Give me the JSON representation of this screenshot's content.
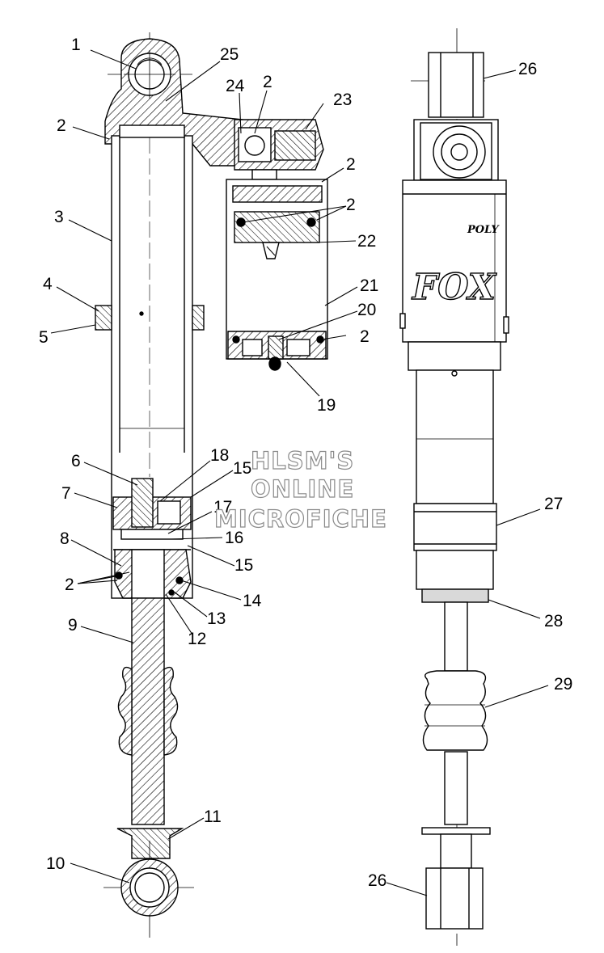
{
  "watermark": {
    "line1": "HLSM'S",
    "line2": "ONLINE",
    "line3": "MICROFICHE"
  },
  "brand": {
    "logo": "FOX",
    "sub": "POLY"
  },
  "colors": {
    "line": "#000000",
    "paper": "#ffffff",
    "shade": "#d9d9d9",
    "dark_shade": "#9a9a9a",
    "watermark_outline": "#8a8a8a"
  },
  "callouts": [
    {
      "id": "c1",
      "label": "1"
    },
    {
      "id": "c25",
      "label": "25"
    },
    {
      "id": "c24",
      "label": "24"
    },
    {
      "id": "c2a",
      "label": "2"
    },
    {
      "id": "c23",
      "label": "23"
    },
    {
      "id": "c2b",
      "label": "2"
    },
    {
      "id": "c2c",
      "label": "2"
    },
    {
      "id": "c2d",
      "label": "2"
    },
    {
      "id": "c22",
      "label": "22"
    },
    {
      "id": "c3",
      "label": "3"
    },
    {
      "id": "c4",
      "label": "4"
    },
    {
      "id": "c5",
      "label": "5"
    },
    {
      "id": "c21",
      "label": "21"
    },
    {
      "id": "c20",
      "label": "20"
    },
    {
      "id": "c2e",
      "label": "2"
    },
    {
      "id": "c19",
      "label": "19"
    },
    {
      "id": "c6",
      "label": "6"
    },
    {
      "id": "c18",
      "label": "18"
    },
    {
      "id": "c15a",
      "label": "15"
    },
    {
      "id": "c7",
      "label": "7"
    },
    {
      "id": "c17",
      "label": "17"
    },
    {
      "id": "c16",
      "label": "16"
    },
    {
      "id": "c8",
      "label": "8"
    },
    {
      "id": "c15b",
      "label": "15"
    },
    {
      "id": "c2f",
      "label": "2"
    },
    {
      "id": "c14",
      "label": "14"
    },
    {
      "id": "c13",
      "label": "13"
    },
    {
      "id": "c12",
      "label": "12"
    },
    {
      "id": "c9",
      "label": "9"
    },
    {
      "id": "c11",
      "label": "11"
    },
    {
      "id": "c10",
      "label": "10"
    },
    {
      "id": "c26a",
      "label": "26"
    },
    {
      "id": "c27",
      "label": "27"
    },
    {
      "id": "c28",
      "label": "28"
    },
    {
      "id": "c29",
      "label": "29"
    },
    {
      "id": "c26b",
      "label": "26"
    }
  ]
}
